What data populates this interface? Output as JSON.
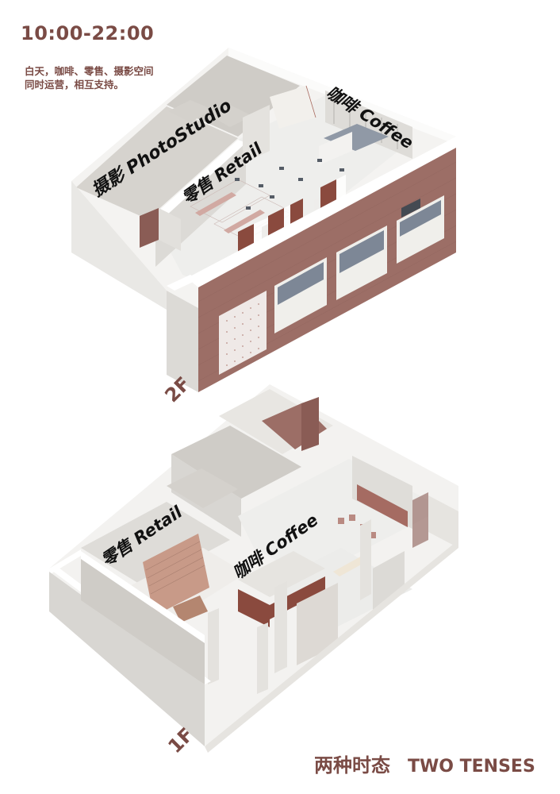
{
  "header": {
    "hours": "10:00-22:00",
    "description_line1": "白天，咖啡、零售、摄影空间",
    "description_line2": "同时运营，相互支持。"
  },
  "floor_2f": {
    "floor_label": "2F",
    "zones": [
      {
        "label": "摄影 PhotoStudio"
      },
      {
        "label": "零售 Retail"
      },
      {
        "label": "咖啡 Coffee"
      }
    ]
  },
  "floor_1f": {
    "floor_label": "1F",
    "zones": [
      {
        "label": "零售 Retail"
      },
      {
        "label": "咖啡 Coffee"
      }
    ]
  },
  "footer": {
    "title_cn": "两种时态",
    "title_en": "TWO TENSES"
  },
  "colors": {
    "accent_brown": "#7a4b45",
    "brick": "#9c6e66",
    "wall_light": "#e8e6e2",
    "wall_shade": "#cfccc7",
    "wall_top": "#f7f6f4",
    "floor": "#ececea",
    "window_glass": "#7d8796",
    "curtain": "#8a4a3e"
  }
}
